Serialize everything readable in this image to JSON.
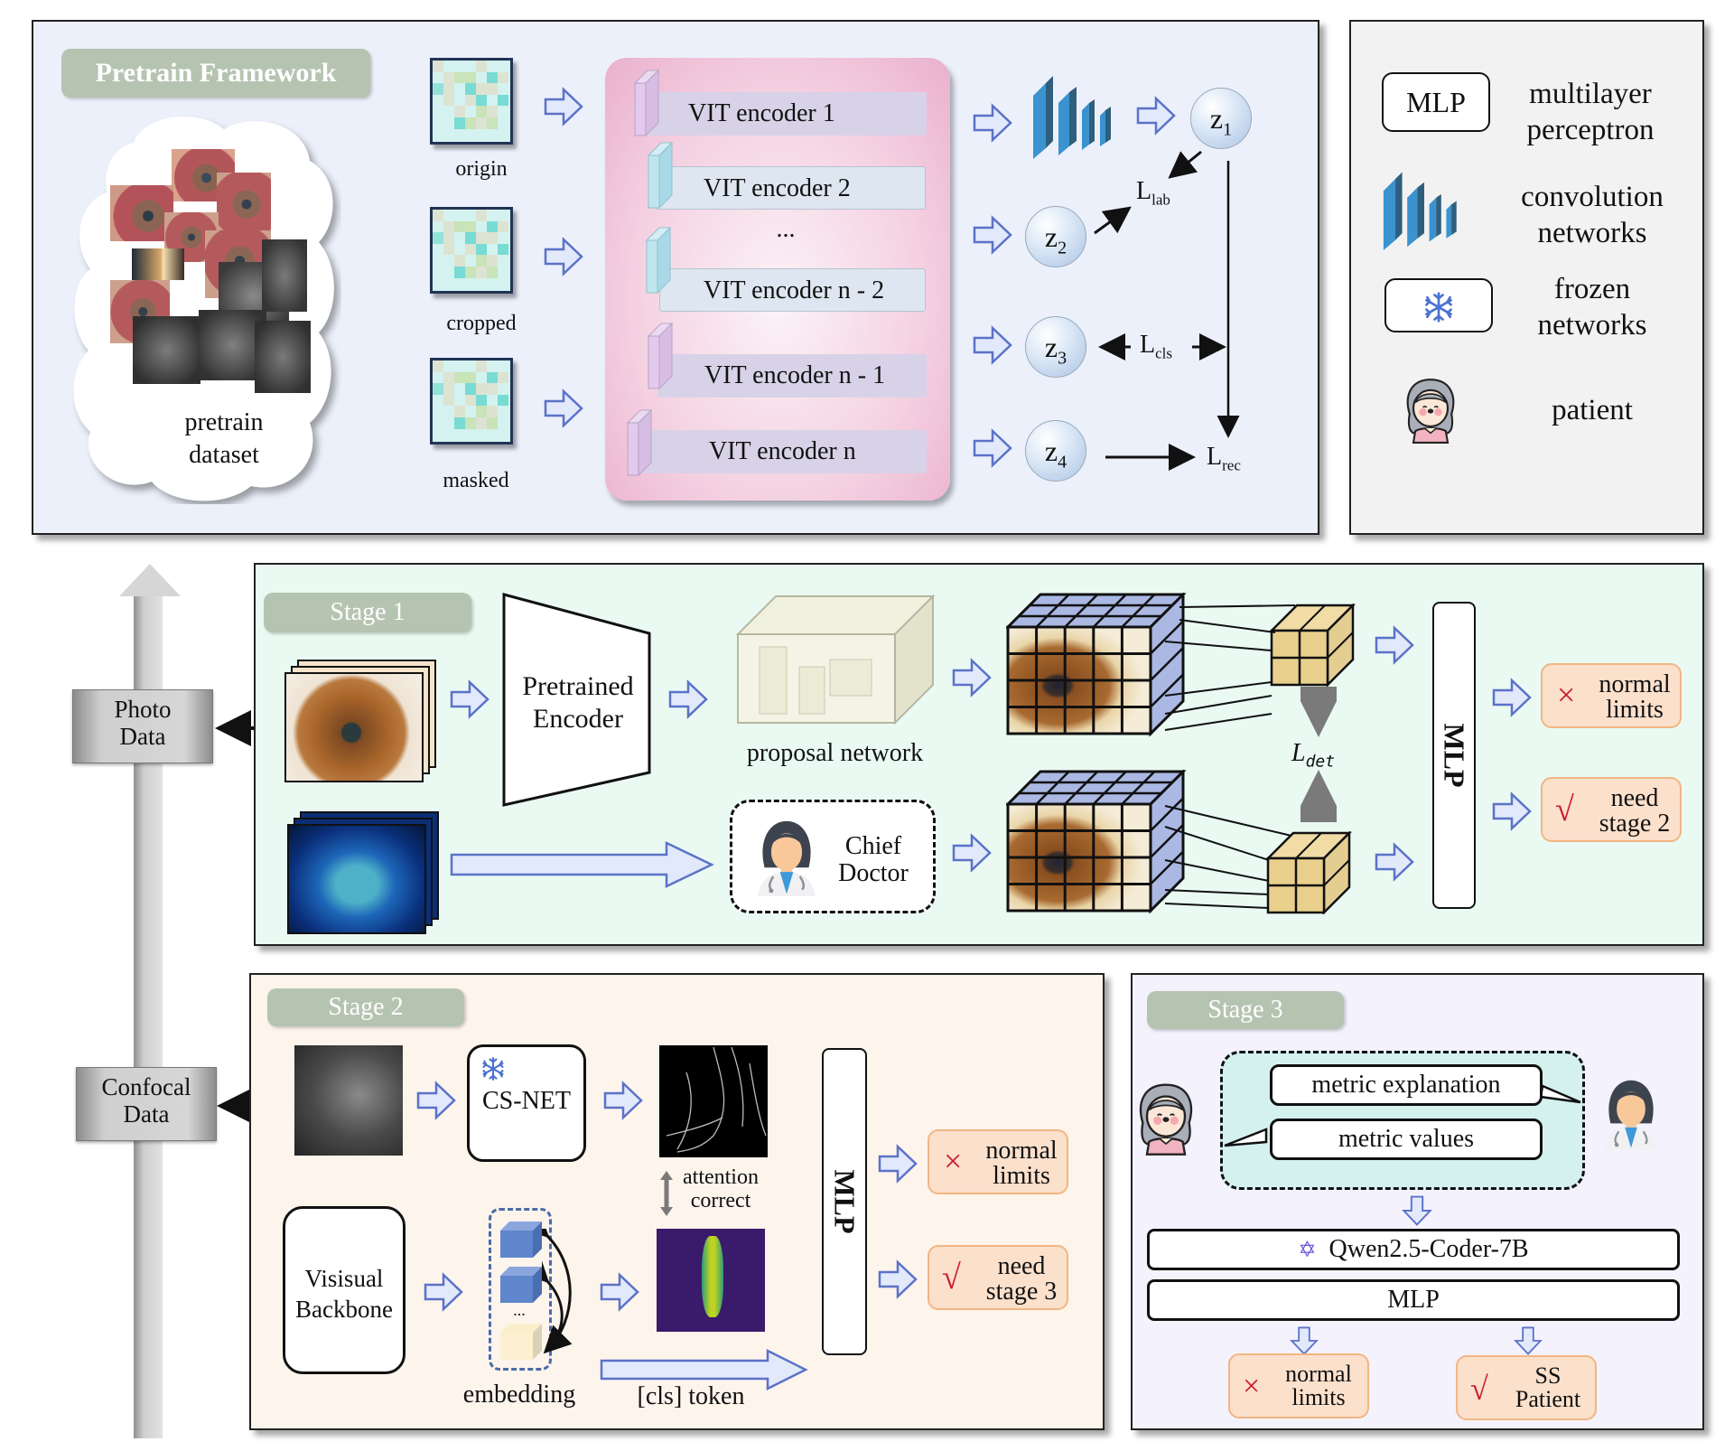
{
  "pretrain": {
    "title": "Pretrain Framework",
    "dataset_label_1": "pretrain",
    "dataset_label_2": "dataset",
    "views": [
      "origin",
      "cropped",
      "masked"
    ],
    "encoders": [
      "VIT encoder 1",
      "VIT encoder 2",
      "...",
      "VIT encoder n - 2",
      "VIT encoder n - 1",
      "VIT encoder n"
    ],
    "latents": [
      {
        "base": "z",
        "sub": "1"
      },
      {
        "base": "z",
        "sub": "2"
      },
      {
        "base": "z",
        "sub": "3"
      },
      {
        "base": "z",
        "sub": "4"
      }
    ],
    "losses": {
      "lab": {
        "base": "L",
        "sub": "lab"
      },
      "cls": {
        "base": "L",
        "sub": "cls"
      },
      "rec": {
        "base": "L",
        "sub": "rec"
      }
    }
  },
  "legend": {
    "items": [
      {
        "icon": "mlp-box-icon",
        "symbol": "MLP",
        "line1": "multilayer",
        "line2": "perceptron"
      },
      {
        "icon": "convolution-layers-icon",
        "line1": "convolution",
        "line2": "networks"
      },
      {
        "icon": "snowflake-icon",
        "symbol": "❄",
        "line1": "frozen",
        "line2": "networks"
      },
      {
        "icon": "patient-avatar-icon",
        "line1": "patient",
        "line2": ""
      }
    ]
  },
  "side": {
    "photo_label_1": "Photo",
    "photo_label_2": "Data",
    "confocal_label_1": "Confocal",
    "confocal_label_2": "Data"
  },
  "stage1": {
    "title": "Stage 1",
    "encoder_1": "Pretrained",
    "encoder_2": "Encoder",
    "proposal_label": "proposal network",
    "doctor_1": "Chief",
    "doctor_2": "Doctor",
    "loss": {
      "base": "L",
      "sub": "det"
    },
    "mlp": "MLP",
    "results": [
      {
        "mark": "×",
        "line1": "normal",
        "line2": "limits"
      },
      {
        "mark": "√",
        "line1": "need",
        "line2": "stage 2"
      }
    ]
  },
  "stage2": {
    "title": "Stage 2",
    "csnet": "CS-NET",
    "frozen_symbol": "❄",
    "attention_1": "attention",
    "attention_2": "correct",
    "backbone_1": "Visisual",
    "backbone_2": "Backbone",
    "embedding_label": "embedding",
    "embedding_ellipsis": "...",
    "cls_label": "[cls] token",
    "mlp": "MLP",
    "results": [
      {
        "mark": "×",
        "line1": "normal",
        "line2": "limits"
      },
      {
        "mark": "√",
        "line1": "need",
        "line2": "stage 3"
      }
    ]
  },
  "stage3": {
    "title": "Stage 3",
    "bubble_1": "metric explanation",
    "bubble_2": "metric values",
    "llm": "Qwen2.5-Coder-7B",
    "mlp": "MLP",
    "results": [
      {
        "mark": "×",
        "line1": "normal",
        "line2": "limits"
      },
      {
        "mark": "√",
        "line1": "SS",
        "line2": "Patient"
      }
    ]
  },
  "colors": {
    "pretrain_bg": "#ecf0fb",
    "legend_bg": "#f2f2f2",
    "stage1_bg": "#eafaf3",
    "stage2_bg": "#fdf4ec",
    "stage3_bg": "#f3f2fd",
    "tag_bg": "#b5c4b1",
    "result_bg": "#fbe0cc",
    "result_border": "#f1b683",
    "mark_red": "#cc1f2d",
    "arrow_fill": "#e2e9fb",
    "arrow_stroke": "#5b72c8"
  }
}
